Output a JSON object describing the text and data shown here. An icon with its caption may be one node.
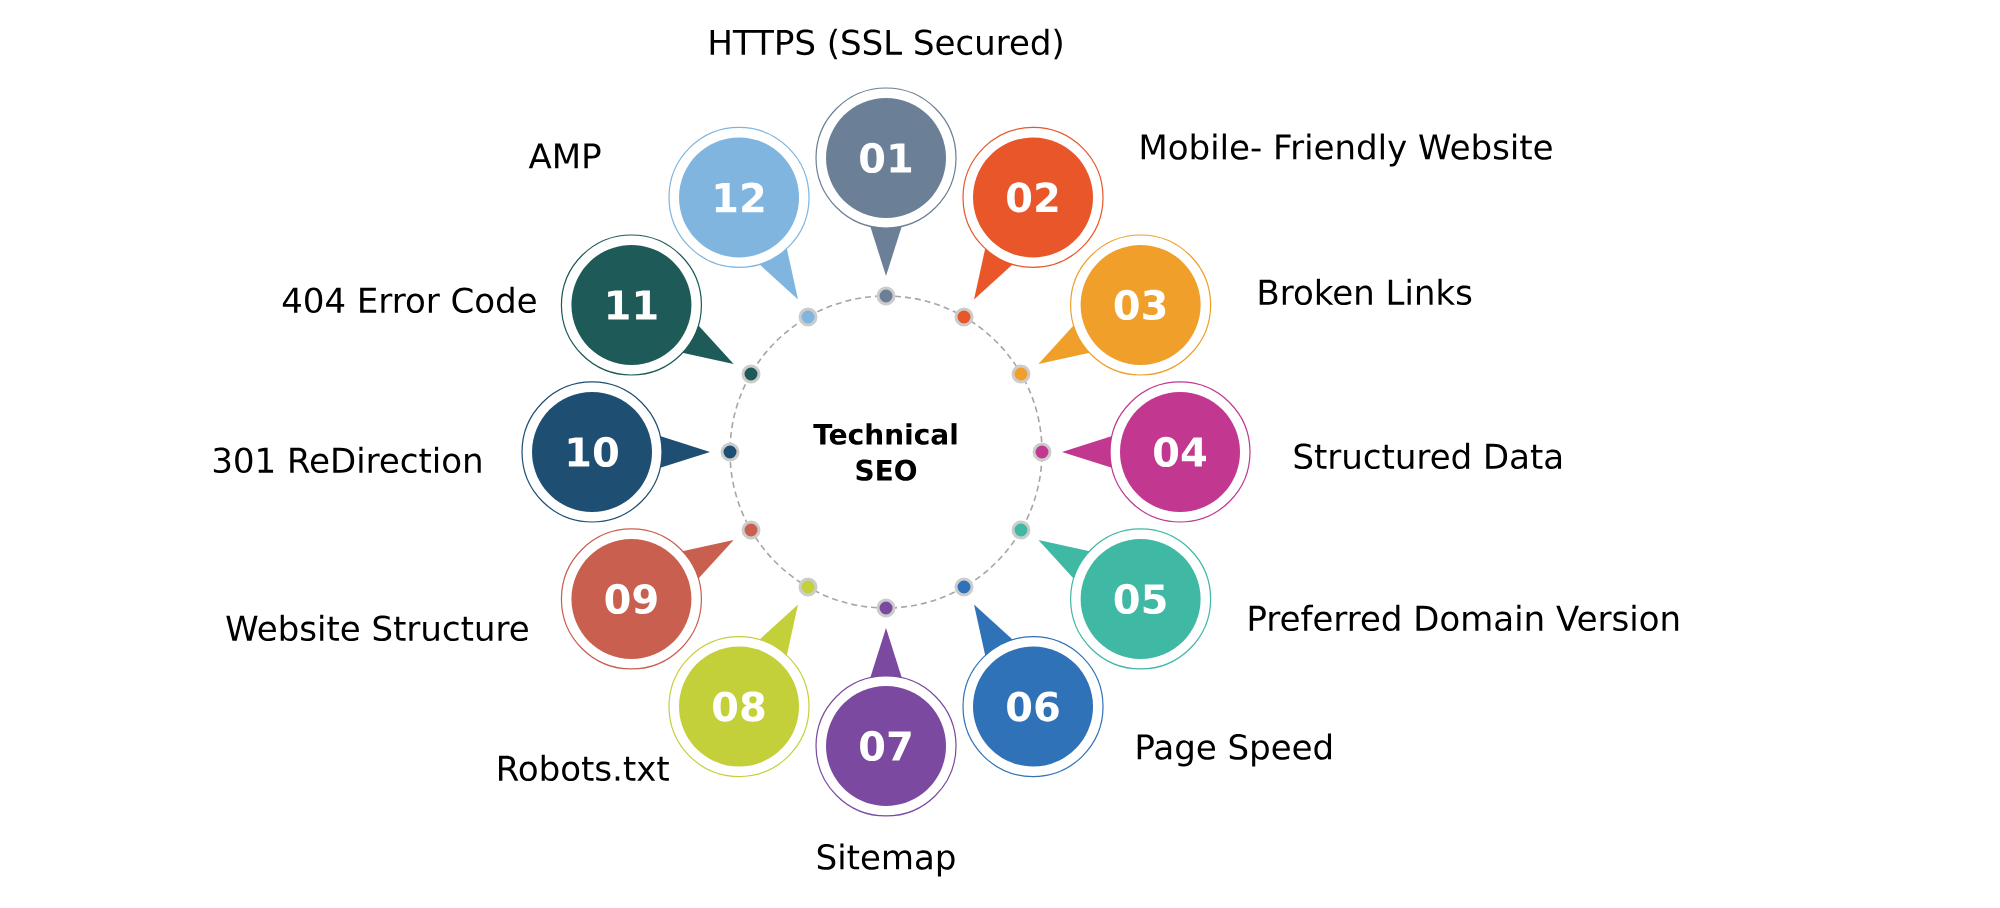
{
  "diagram": {
    "nodes": [
      {
        "text": [
          "Technical SEO"
        ]
      },
      {
        "text": [
          "01"
        ],
        "beside": [
          "HTTPS (SSL Secured)"
        ]
      },
      {
        "text": [
          "02"
        ],
        "beside": [
          "Mobile- Friendly Website"
        ]
      },
      {
        "text": [
          "03"
        ],
        "beside": [
          "Broken Links"
        ]
      },
      {
        "text": [
          "04"
        ],
        "beside": [
          "Structured Data"
        ]
      },
      {
        "text": [
          "05"
        ],
        "beside": [
          "Preferred Domain Version"
        ]
      },
      {
        "text": [
          "06"
        ],
        "beside": [
          "Page Speed"
        ]
      },
      {
        "text": [
          "07"
        ],
        "beside": [
          "Sitemap"
        ]
      },
      {
        "text": [
          "08"
        ],
        "beside": [
          "Robots.txt"
        ]
      },
      {
        "text": [
          "09"
        ],
        "beside": [
          "Website Structure"
        ]
      },
      {
        "text": [
          "10"
        ],
        "beside": [
          "301 ReDirection"
        ]
      },
      {
        "text": [
          "11"
        ],
        "beside": [
          "404 Error Code"
        ]
      },
      {
        "text": [
          "12"
        ],
        "beside": [
          "AMP"
        ]
      }
    ]
  }
}
